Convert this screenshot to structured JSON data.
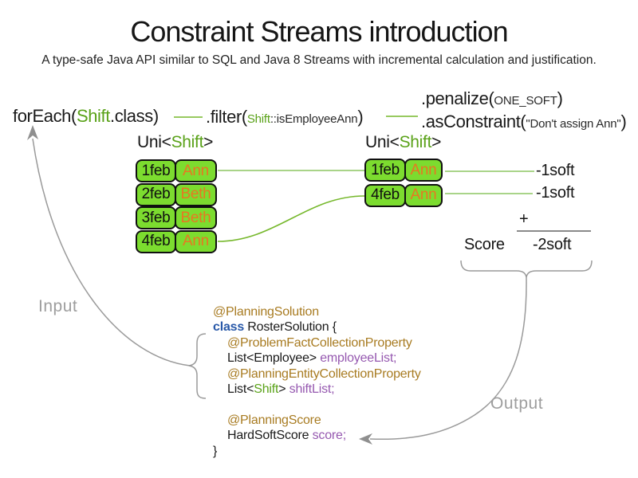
{
  "title": "Constraint Streams introduction",
  "subtitle": "A type-safe Java API similar to SQL and Java 8 Streams with incremental calculation and justification.",
  "expressions": {
    "foreach": {
      "pre": "forEach(",
      "arg": "Shift",
      "post": ".class)"
    },
    "filter": {
      "pre": ".filter(",
      "arg_type": "Shift",
      "arg_rest": "::isEmployeeAnn",
      "post": ")"
    },
    "penalize": {
      "pre": ".penalize(",
      "arg": "ONE_SOFT",
      "post": ")"
    },
    "as_constraint": {
      "pre": ".asConstraint(",
      "arg": "\"Don't assign Ann\"",
      "post": ")"
    }
  },
  "streams": {
    "left": {
      "label": {
        "pre": "Uni<",
        "type": "Shift",
        "post": ">"
      },
      "rows": [
        {
          "date": "1feb",
          "employee": "Ann"
        },
        {
          "date": "2feb",
          "employee": "Beth"
        },
        {
          "date": "3feb",
          "employee": "Beth"
        },
        {
          "date": "4feb",
          "employee": "Ann"
        }
      ]
    },
    "right": {
      "label": {
        "pre": "Uni<",
        "type": "Shift",
        "post": ">"
      },
      "rows": [
        {
          "date": "1feb",
          "employee": "Ann"
        },
        {
          "date": "4feb",
          "employee": "Ann"
        }
      ]
    }
  },
  "scores": {
    "penalties": [
      "-1soft",
      "-1soft"
    ],
    "plus": "+",
    "score_label": "Score",
    "total": "-2soft"
  },
  "flow_labels": {
    "input": "Input",
    "output": "Output"
  },
  "code_block": {
    "lines": [
      {
        "tokens": [
          {
            "text": "@PlanningSolution",
            "type": "annotation"
          }
        ]
      },
      {
        "tokens": [
          {
            "text": "class ",
            "type": "keyword"
          },
          {
            "text": "RosterSolution {",
            "type": "plain"
          }
        ]
      },
      {
        "tokens": [
          {
            "text": "@ProblemFactCollectionProperty",
            "type": "annotation"
          }
        ]
      },
      {
        "tokens": [
          {
            "text": "List<Employee> ",
            "type": "plain"
          },
          {
            "text": "employeeList;",
            "type": "field"
          }
        ]
      },
      {
        "tokens": [
          {
            "text": "@PlanningEntityCollectionProperty",
            "type": "annotation"
          }
        ]
      },
      {
        "tokens": [
          {
            "text": "List<",
            "type": "plain"
          },
          {
            "text": "Shift",
            "type": "type-green"
          },
          {
            "text": "> ",
            "type": "plain"
          },
          {
            "text": "shiftList;",
            "type": "field"
          }
        ]
      },
      {
        "tokens": []
      },
      {
        "tokens": [
          {
            "text": "@PlanningScore",
            "type": "annotation"
          }
        ]
      },
      {
        "tokens": [
          {
            "text": "HardSoftScore ",
            "type": "plain"
          },
          {
            "text": "score;",
            "type": "field"
          }
        ]
      },
      {
        "tokens": [
          {
            "text": "}",
            "type": "plain"
          }
        ]
      }
    ]
  },
  "colors": {
    "cell_green": "#7cdc2f",
    "type_green": "#5aa219",
    "employee_orange": "#e87722",
    "connector_green": "#76b82c",
    "connector_pale_green": "#a9d489",
    "annotation_brown": "#a87b21",
    "keyword_blue": "#2858a8",
    "field_purple": "#9659b0",
    "flow_gray": "#9a9a9a"
  }
}
